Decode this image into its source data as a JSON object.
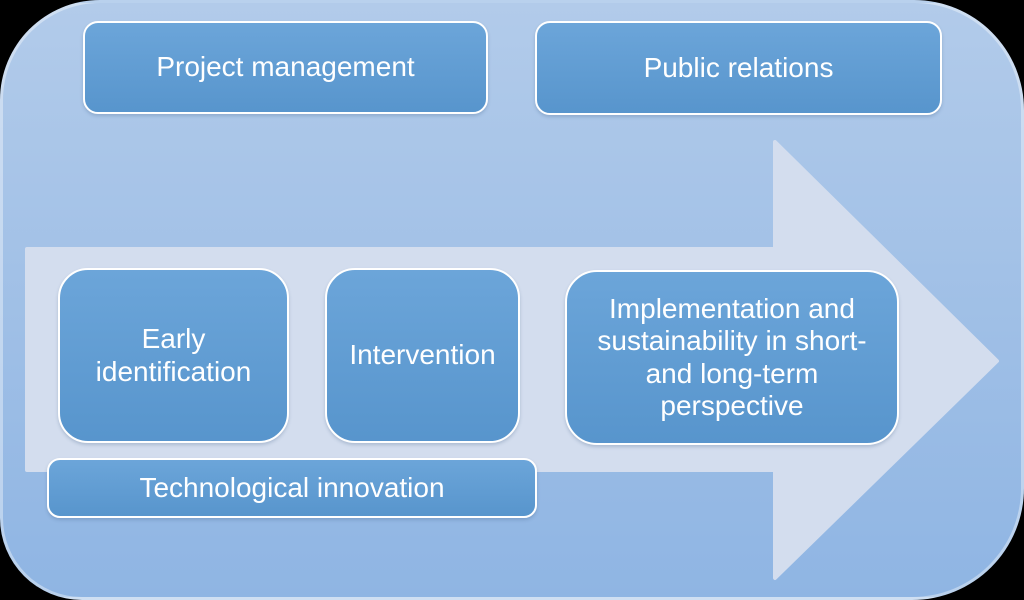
{
  "colors": {
    "page_bg": "#000000",
    "panel_top": "#b2cbea",
    "panel_bottom": "#8fb5e3",
    "arrow_fill": "#d3ddee",
    "box_fill": "#5b9bd5",
    "box_border": "#ffffff",
    "text": "#ffffff"
  },
  "top_row": [
    {
      "label": "Project management"
    },
    {
      "label": "Public relations"
    }
  ],
  "arrow_steps": [
    {
      "label": "Early\nidentification"
    },
    {
      "label": "Intervention"
    },
    {
      "label": "Implementation and\nsustainability in short-\nand long-term\nperspective"
    }
  ],
  "bottom_row": [
    {
      "label": "Technological innovation"
    }
  ]
}
